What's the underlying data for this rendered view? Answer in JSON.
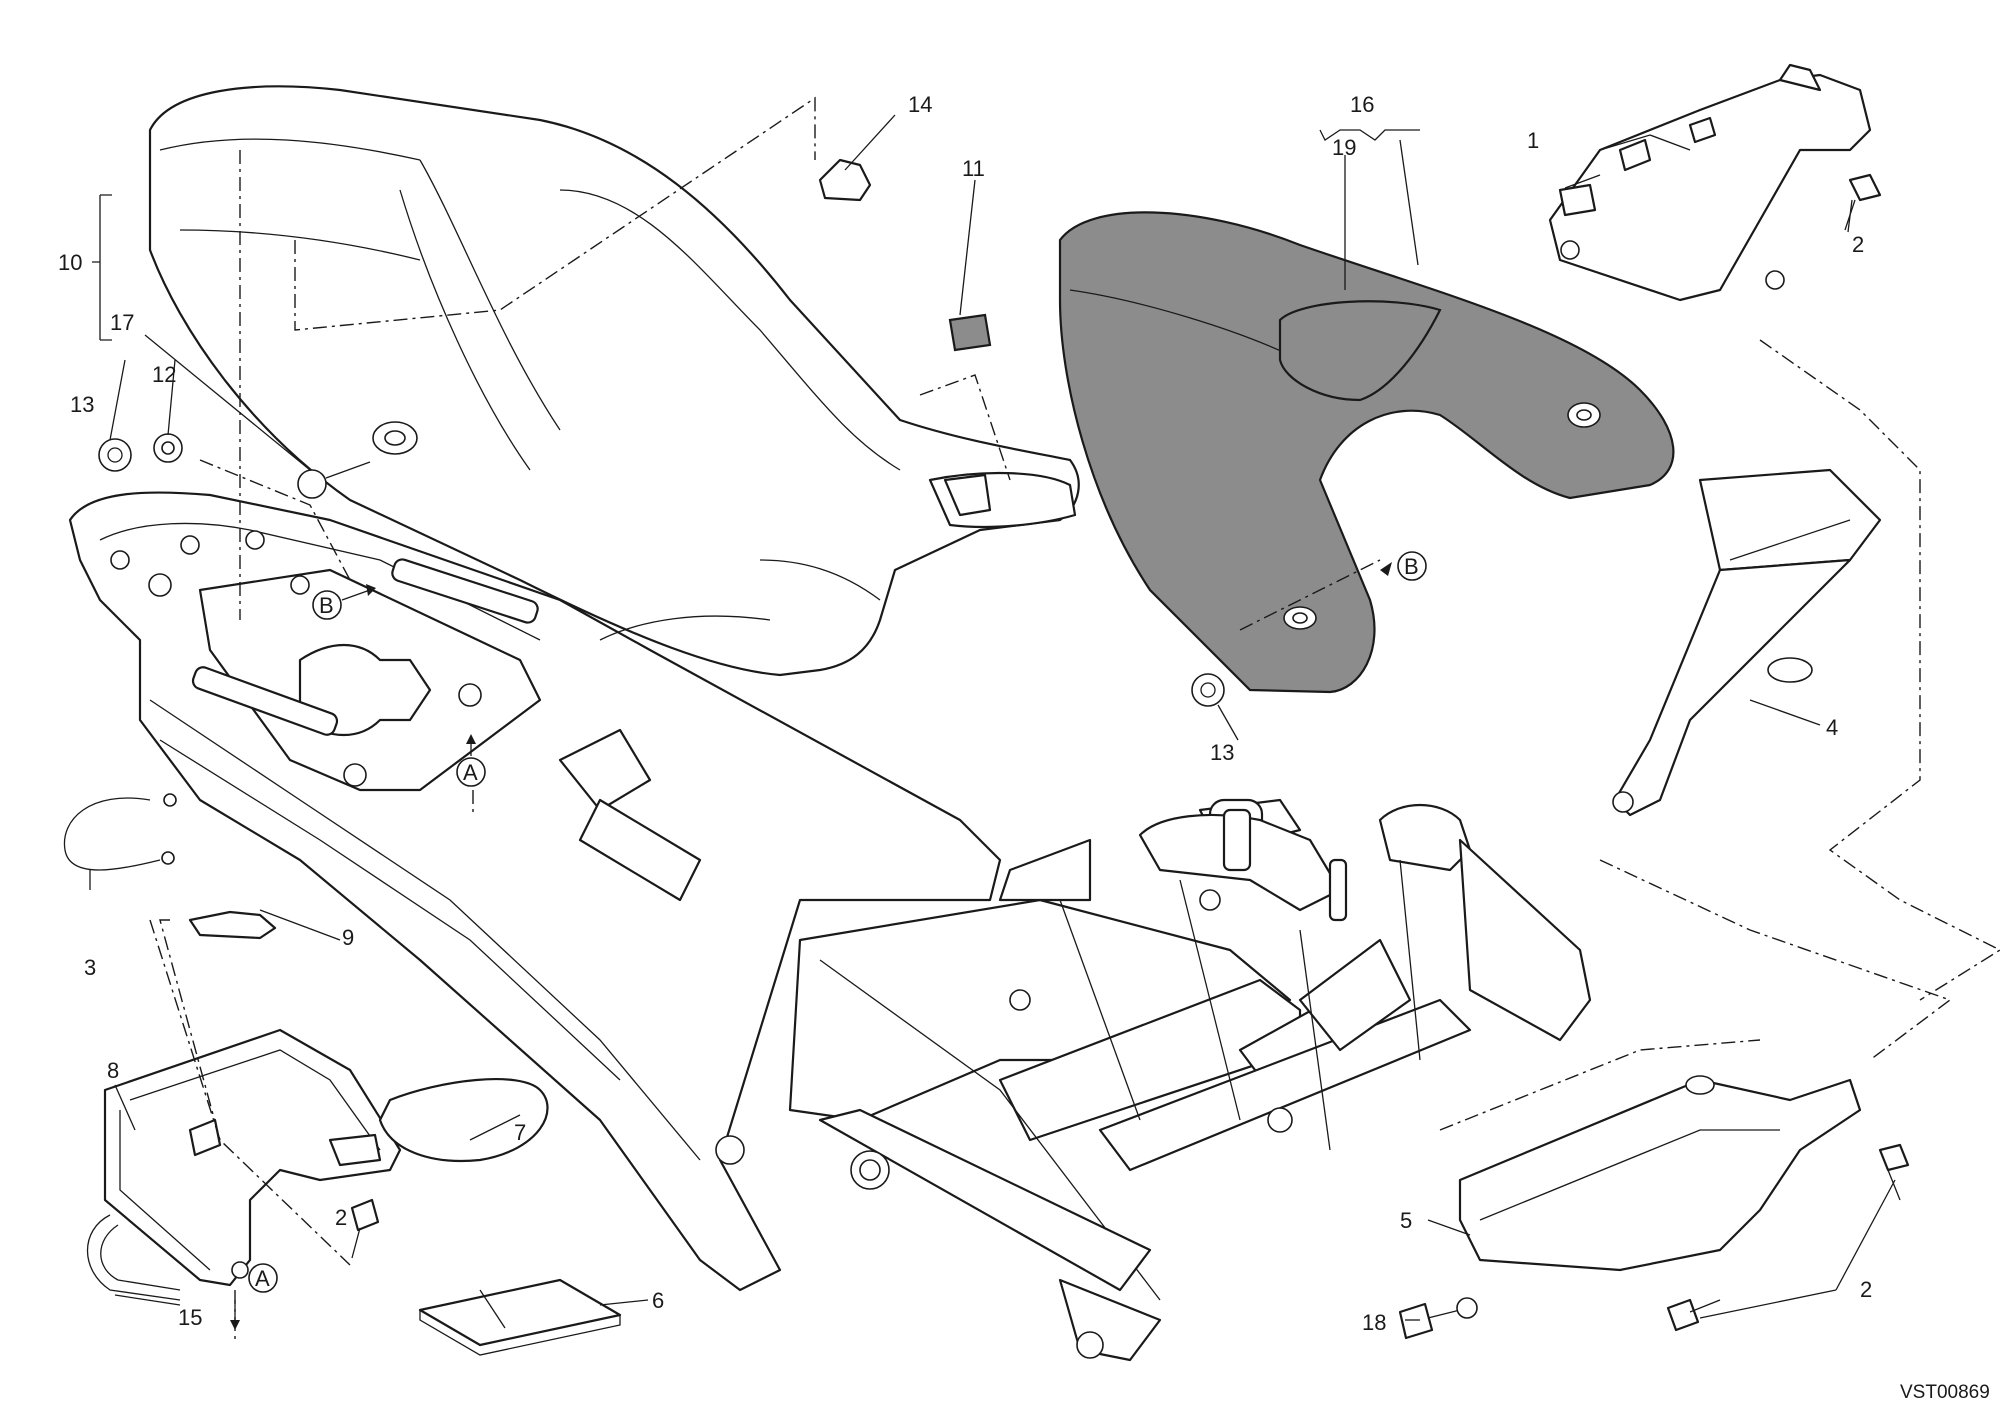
{
  "diagram": {
    "callouts": [
      "1",
      "2",
      "3",
      "4",
      "5",
      "6",
      "7",
      "8",
      "9",
      "10",
      "11",
      "12",
      "13",
      "14",
      "15",
      "16",
      "17",
      "18",
      "19"
    ],
    "reference_letters": [
      "A",
      "B"
    ],
    "drawing_code": "VST00869"
  }
}
